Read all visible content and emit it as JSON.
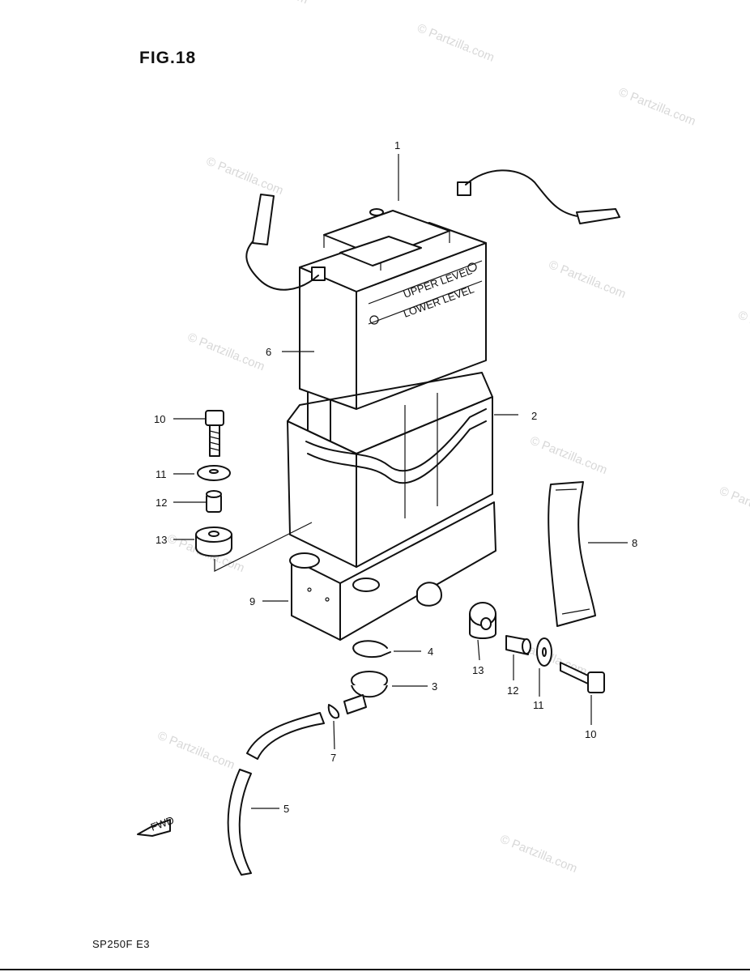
{
  "figure": {
    "title": "FIG.18",
    "model_code": "SP250F  E3"
  },
  "watermark": {
    "text": "© Partzilla.com"
  },
  "battery_labels": {
    "upper": "UPPER LEVEL",
    "lower": "LOWER LEVEL"
  },
  "front_arrow": {
    "text": "FWD"
  },
  "callouts": {
    "c1": "1",
    "c2": "2",
    "c3": "3",
    "c4": "4",
    "c5": "5",
    "c6": "6",
    "c7": "7",
    "c8": "8",
    "c9": "9",
    "c10a": "10",
    "c11a": "11",
    "c12a": "12",
    "c13a": "13",
    "c13b": "13",
    "c12b": "12",
    "c11b": "11",
    "c10b": "10"
  }
}
